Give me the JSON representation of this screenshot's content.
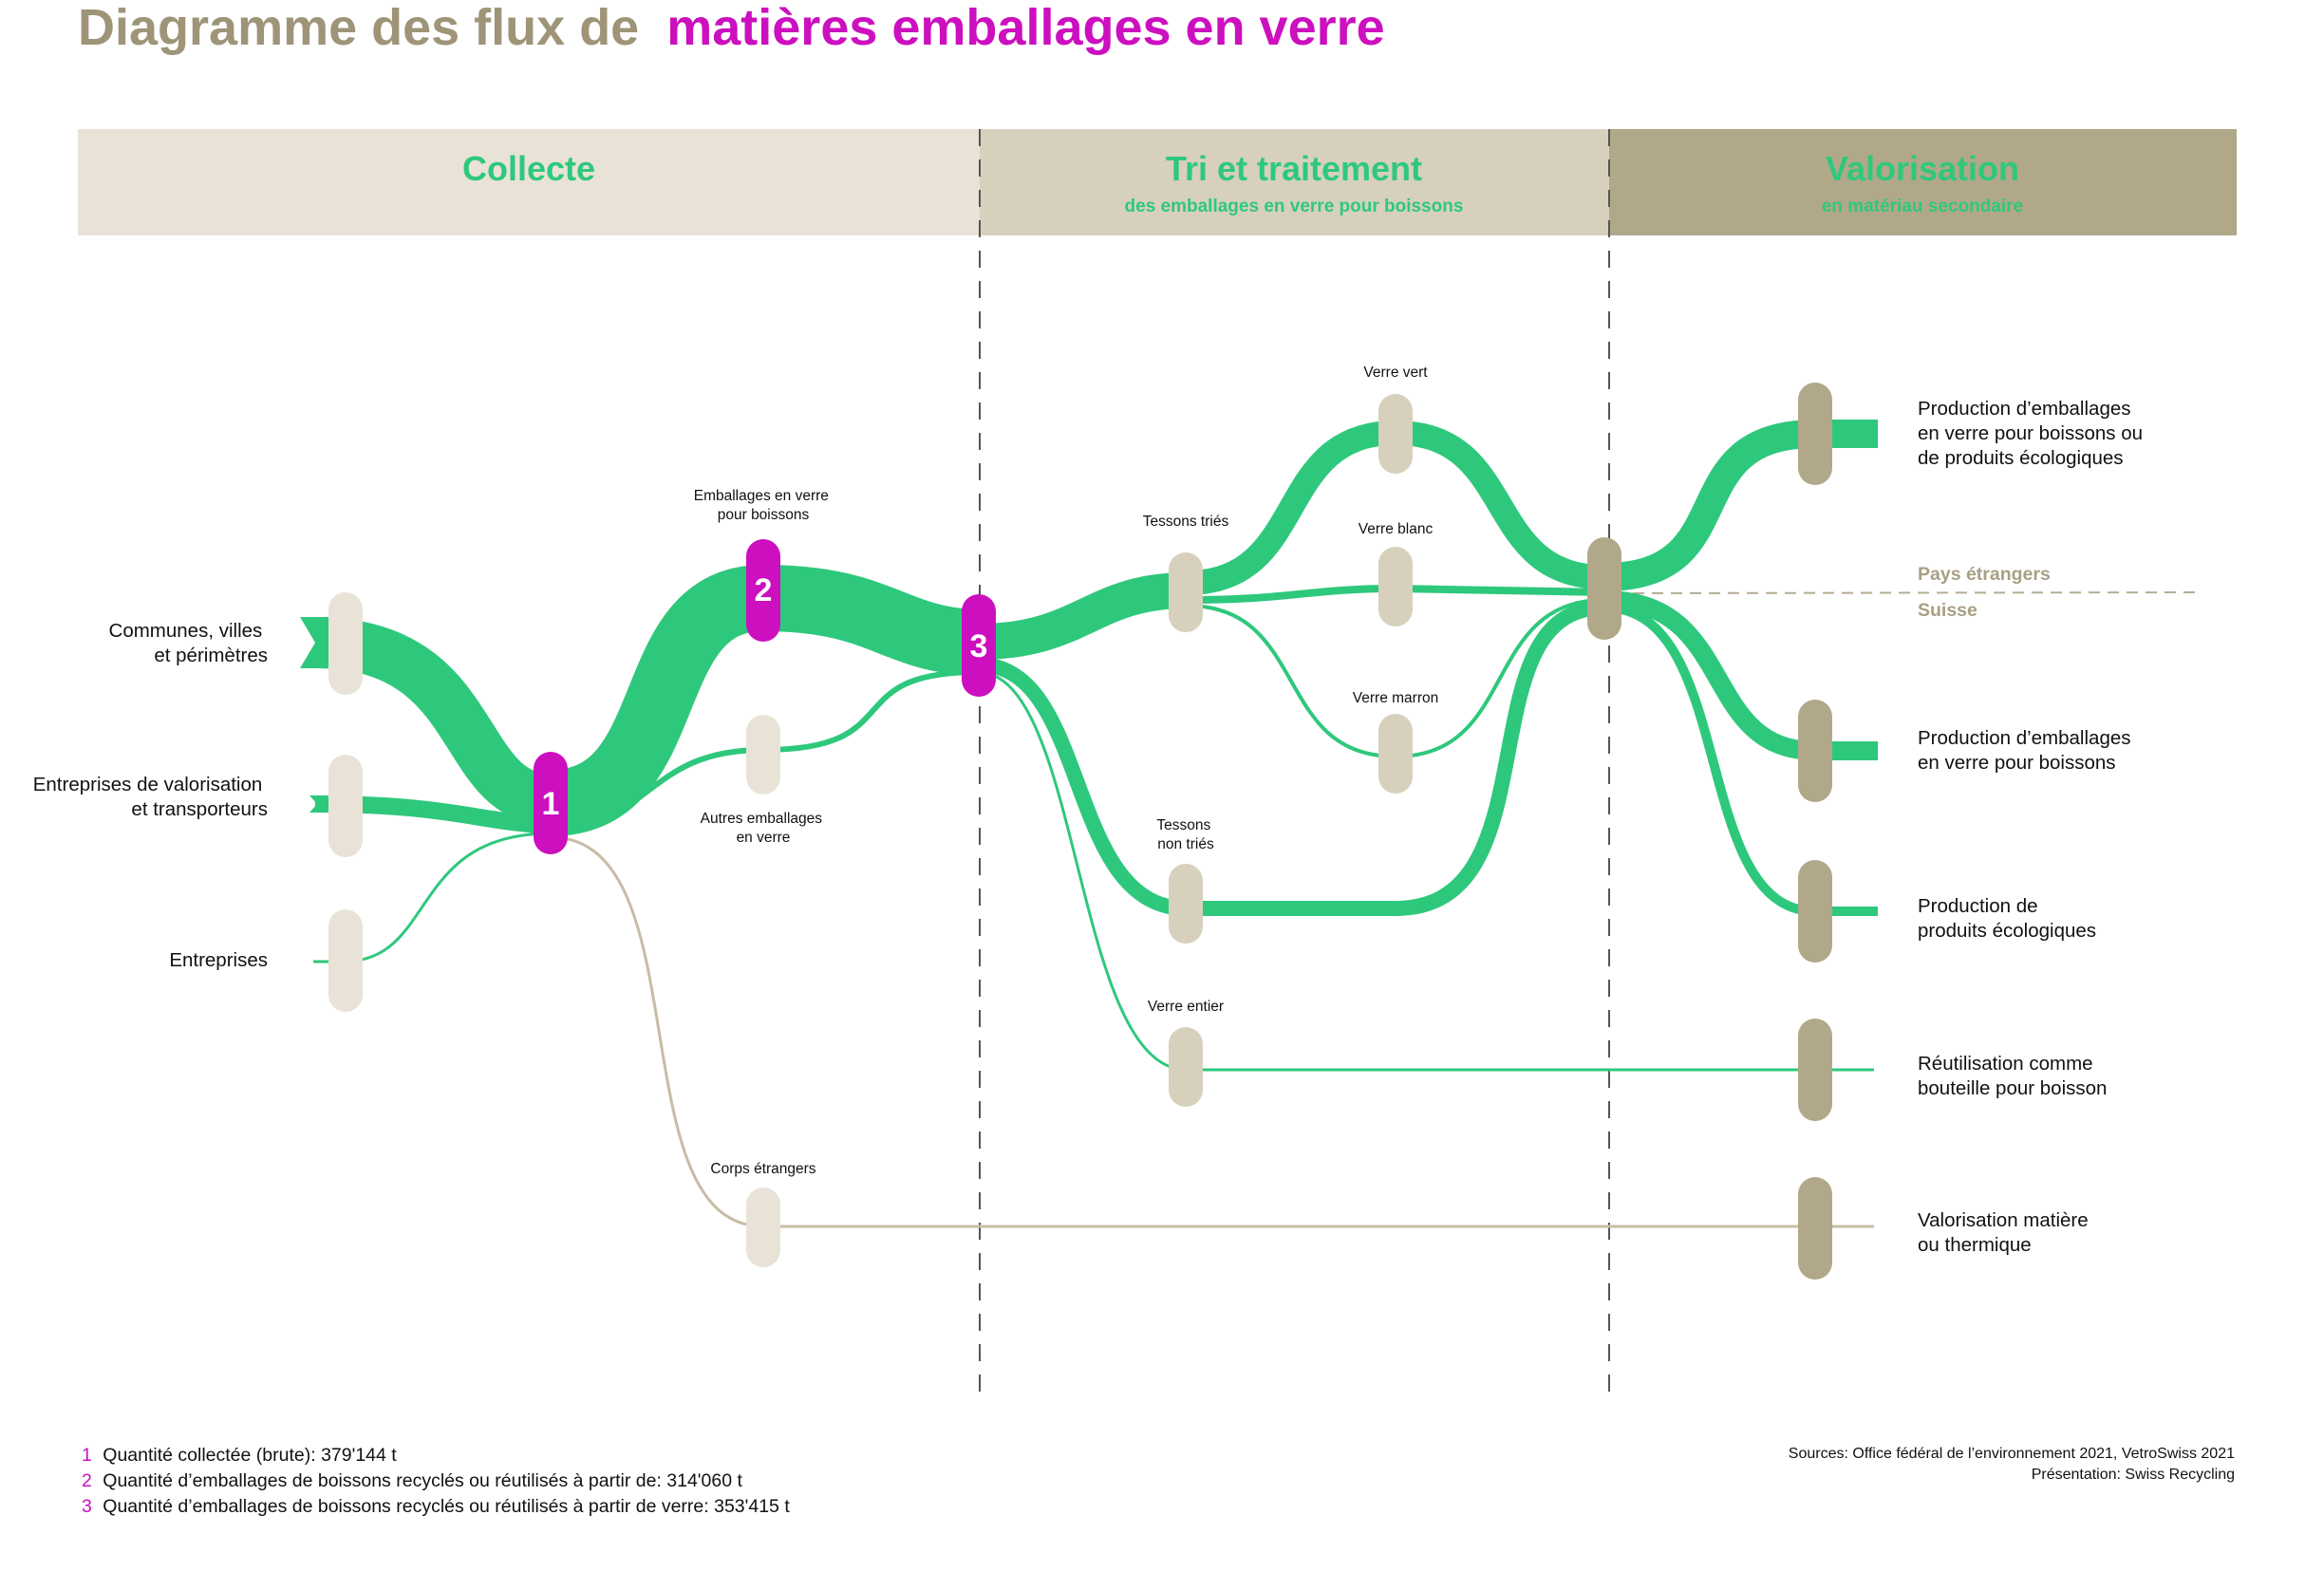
{
  "title": {
    "part1": "Diagramme des flux de",
    "part2": "matières emballages en verre"
  },
  "colors": {
    "green": "#2ec87c",
    "pink": "#cc0fbf",
    "beige_light": "#e8e3d6",
    "beige_mid": "#d6d0bd",
    "beige_dark": "#b1a889",
    "title_grey": "#9e9478"
  },
  "stages": [
    {
      "title": "Collecte",
      "subtitle": ""
    },
    {
      "title": "Tri et traitement",
      "subtitle": "des emballages en verre pour boissons"
    },
    {
      "title": "Valorisation",
      "subtitle": "en matériau secondaire"
    }
  ],
  "sources": {
    "communes": [
      "Communes, villes",
      "et périmètres"
    ],
    "entreprises_val": [
      "Entreprises de valorisation",
      "et transporteurs"
    ],
    "entreprises": [
      "Entreprises"
    ]
  },
  "nodes": {
    "n1": "1",
    "n2": "2",
    "n3": "3",
    "emb_boissons": [
      "Emballages en verre",
      "pour boissons"
    ],
    "autres": [
      "Autres emballages",
      "en verre"
    ],
    "corps": [
      "Corps étrangers"
    ],
    "tessons_tries": [
      "Tessons triés"
    ],
    "tessons_non": [
      "Tessons",
      "non triés"
    ],
    "verre_entier": [
      "Verre entier"
    ],
    "verre_vert": [
      "Verre vert"
    ],
    "verre_blanc": [
      "Verre blanc"
    ],
    "verre_marron": [
      "Verre marron"
    ]
  },
  "region": {
    "foreign": "Pays étrangers",
    "swiss": "Suisse"
  },
  "destinations": {
    "d1": [
      "Production d’emballages",
      "en verre pour boissons ou",
      "de produits écologiques"
    ],
    "d2": [
      "Production d’emballages",
      "en verre pour boissons"
    ],
    "d3": [
      "Production de",
      "produits écologiques"
    ],
    "d4": [
      "Réutilisation comme",
      "bouteille pour boisson"
    ],
    "d5": [
      "Valorisation matière",
      "ou thermique"
    ]
  },
  "footnotes": [
    {
      "num": "1",
      "text": "Quantité collectée (brute): 379'144 t"
    },
    {
      "num": "2",
      "text": "Quantité d’emballages de boissons recyclés ou réutilisés à partir de: 314'060 t"
    },
    {
      "num": "3",
      "text": "Quantité d’emballages de boissons recyclés ou réutilisés à partir de verre: 353'415 t"
    }
  ],
  "credits": [
    "Sources: Office fédéral de l’environnement 2021, VetroSwiss 2021",
    "Présentation: Swiss Recycling"
  ]
}
